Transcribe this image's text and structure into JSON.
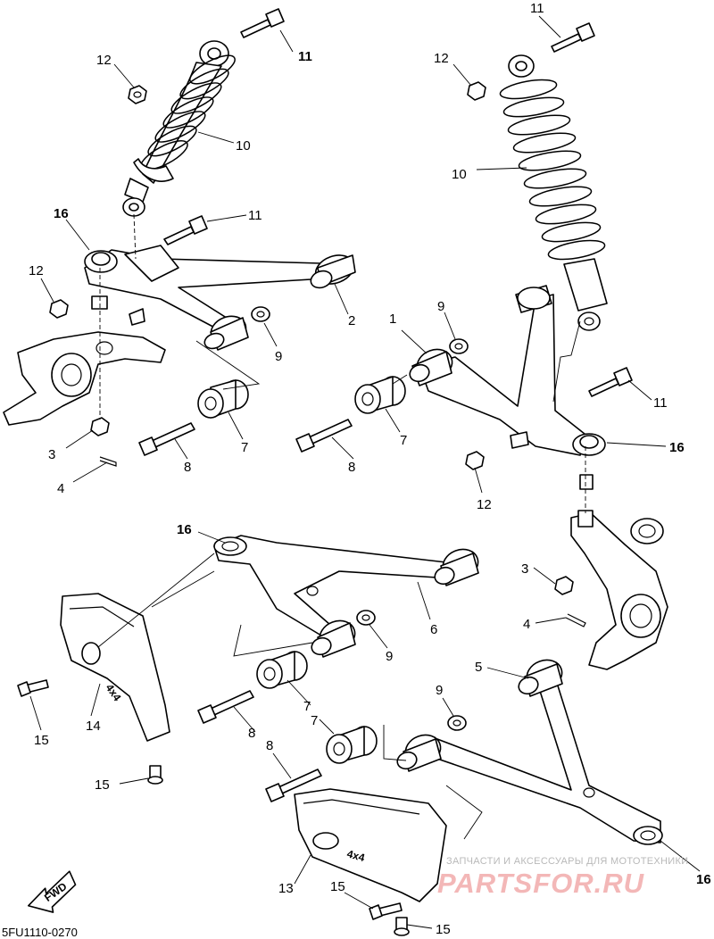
{
  "diagram_code": "5FU1110-0270",
  "direction_label": "FWD",
  "badge_text": "4x4",
  "watermark": {
    "tagline": "ЗАПЧАСТИ И АКСЕССУАРЫ ДЛЯ МОТОТЕХНИКИ",
    "logo": "PARTSFOR.RU"
  },
  "callouts": [
    {
      "id": "c-11-a",
      "text": "11",
      "bold": true
    },
    {
      "id": "c-12-a",
      "text": "12",
      "bold": false
    },
    {
      "id": "c-10-a",
      "text": "10",
      "bold": false
    },
    {
      "id": "c-16-a",
      "text": "16",
      "bold": true
    },
    {
      "id": "c-11-b",
      "text": "11",
      "bold": false
    },
    {
      "id": "c-12-b",
      "text": "12",
      "bold": false
    },
    {
      "id": "c-2",
      "text": "2",
      "bold": false
    },
    {
      "id": "c-9-a",
      "text": "9",
      "bold": false
    },
    {
      "id": "c-3-a",
      "text": "3",
      "bold": false
    },
    {
      "id": "c-4-a",
      "text": "4",
      "bold": false
    },
    {
      "id": "c-8-a",
      "text": "8",
      "bold": false
    },
    {
      "id": "c-7-a",
      "text": "7",
      "bold": false
    },
    {
      "id": "c-11-c",
      "text": "11",
      "bold": false
    },
    {
      "id": "c-12-c",
      "text": "12",
      "bold": false
    },
    {
      "id": "c-10-b",
      "text": "10",
      "bold": false
    },
    {
      "id": "c-1",
      "text": "1",
      "bold": false
    },
    {
      "id": "c-9-b",
      "text": "9",
      "bold": false
    },
    {
      "id": "c-7-b",
      "text": "7",
      "bold": false
    },
    {
      "id": "c-8-b",
      "text": "8",
      "bold": false
    },
    {
      "id": "c-11-d",
      "text": "11",
      "bold": false
    },
    {
      "id": "c-16-b",
      "text": "16",
      "bold": true
    },
    {
      "id": "c-12-d",
      "text": "12",
      "bold": false
    },
    {
      "id": "c-16-c",
      "text": "16",
      "bold": true
    },
    {
      "id": "c-6",
      "text": "6",
      "bold": false
    },
    {
      "id": "c-9-c",
      "text": "9",
      "bold": false
    },
    {
      "id": "c-3-b",
      "text": "3",
      "bold": false
    },
    {
      "id": "c-4-b",
      "text": "4",
      "bold": false
    },
    {
      "id": "c-5",
      "text": "5",
      "bold": false
    },
    {
      "id": "c-15-a",
      "text": "15",
      "bold": false
    },
    {
      "id": "c-14",
      "text": "14",
      "bold": false
    },
    {
      "id": "c-8-c",
      "text": "8",
      "bold": false
    },
    {
      "id": "c-7-c",
      "text": "7",
      "bold": false
    },
    {
      "id": "c-9-d",
      "text": "9",
      "bold": false
    },
    {
      "id": "c-7-d",
      "text": "7",
      "bold": false
    },
    {
      "id": "c-8-d",
      "text": "8",
      "bold": false
    },
    {
      "id": "c-15-b",
      "text": "15",
      "bold": false
    },
    {
      "id": "c-13",
      "text": "13",
      "bold": false
    },
    {
      "id": "c-15-c",
      "text": "15",
      "bold": false
    },
    {
      "id": "c-15-d",
      "text": "15",
      "bold": false
    },
    {
      "id": "c-16-d",
      "text": "16",
      "bold": true
    }
  ]
}
